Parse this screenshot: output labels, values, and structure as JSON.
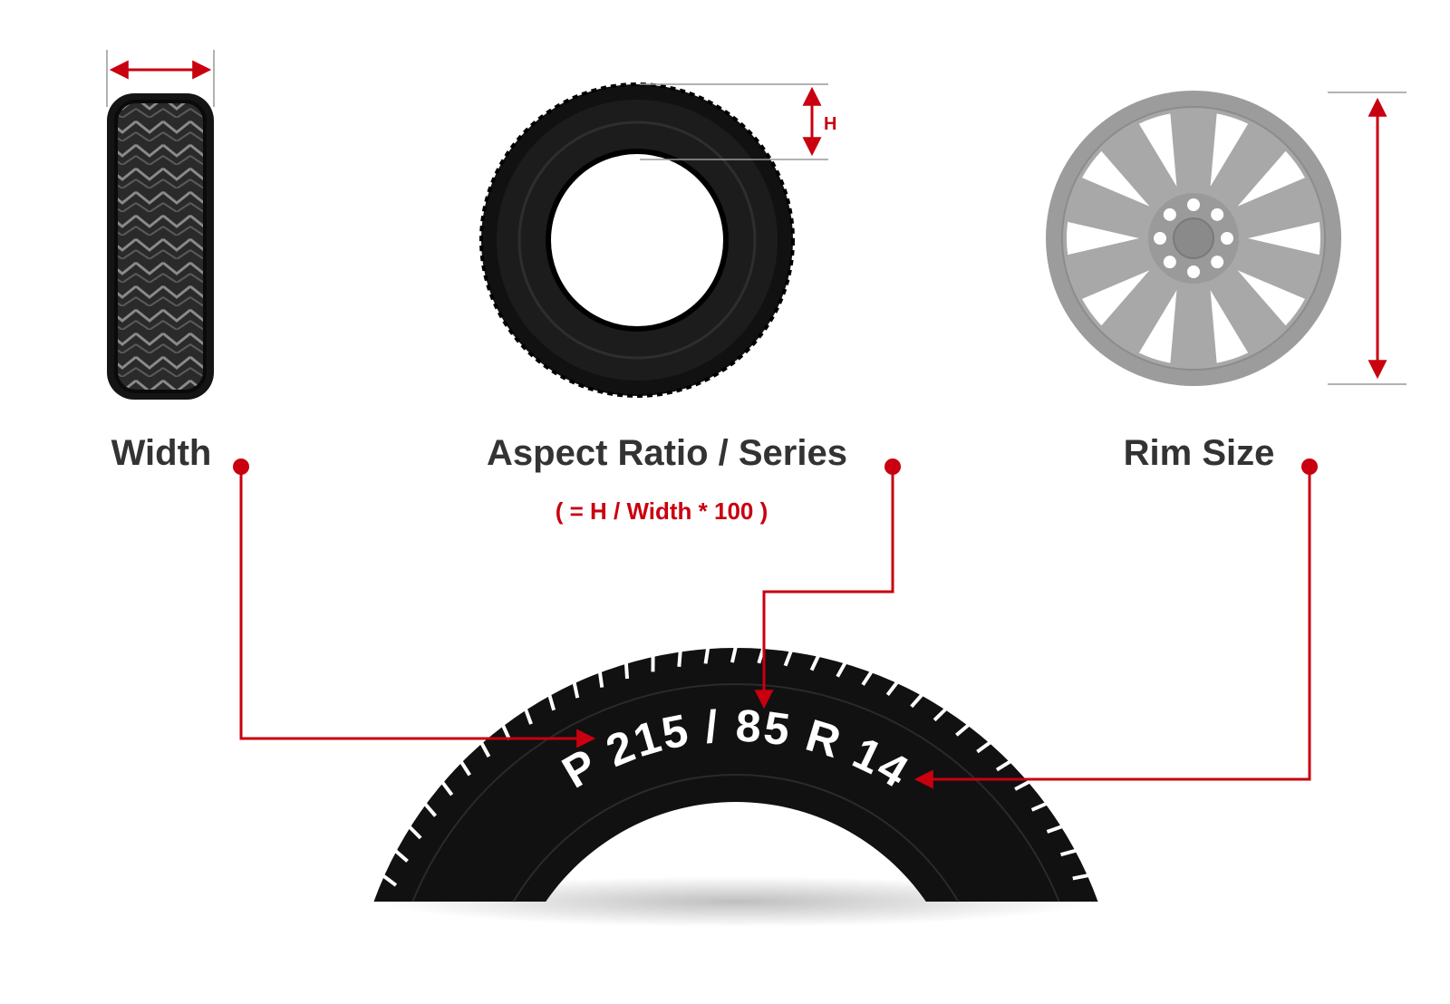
{
  "labels": {
    "width": "Width",
    "aspect_ratio": "Aspect Ratio / Series",
    "formula": "( = H / Width * 100 )",
    "rim_size": "Rim Size",
    "height_marker": "H"
  },
  "tire_code": {
    "full": "P 215 / 85 R 14"
  },
  "icons": {
    "tread_view": "tire-tread-icon",
    "side_view": "tire-side-icon",
    "rim": "alloy-rim-icon",
    "sidewall": "tire-sidewall-icon"
  },
  "colors": {
    "accent": "#c8000f",
    "label": "#333333",
    "tire": "#1a1a1a",
    "rim": "#9e9e9e",
    "guide_line": "#999999"
  }
}
